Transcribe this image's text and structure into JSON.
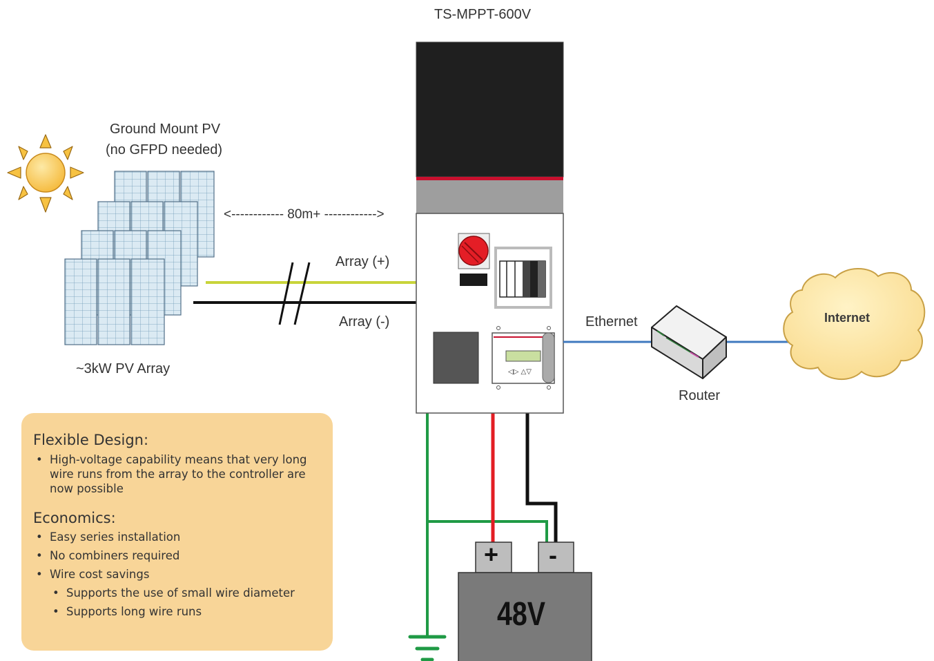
{
  "device": {
    "title": "TS-MPPT-600V"
  },
  "array": {
    "mount_title_line1": "Ground Mount PV",
    "mount_title_line2": "(no GFPD needed)",
    "caption": "~3kW PV Array",
    "distance_label": "<------------ 80m+ ------------>",
    "positive_label": "Array (+)",
    "negative_label": "Array (-)"
  },
  "network": {
    "ethernet_label": "Ethernet",
    "router_label": "Router",
    "cloud_label": "Internet"
  },
  "battery": {
    "voltage_label": "48V",
    "plus_label": "+",
    "minus_label": "-"
  },
  "colors": {
    "positive_wire": "#e31e24",
    "array_positive_wire": "#c8d43a",
    "negative_wire": "#111111",
    "ground_wire": "#1f9a45",
    "ethernet_wire": "#3f79bf",
    "panel_bg": "#f8d598",
    "cloud_fill": "#fde3a0",
    "sun_fill": "#f7c242"
  },
  "info_panel": {
    "section1_title": "Flexible Design:",
    "section1_bullets": [
      "High-voltage capability means that very long wire runs from the array to the controller are now possible"
    ],
    "section2_title": "Economics:",
    "section2_bullets": [
      "Easy series installation",
      "No combiners required",
      "Wire cost savings"
    ],
    "section2_sub_bullets": [
      "Supports the use of small wire diameter",
      "Supports long wire runs"
    ]
  }
}
